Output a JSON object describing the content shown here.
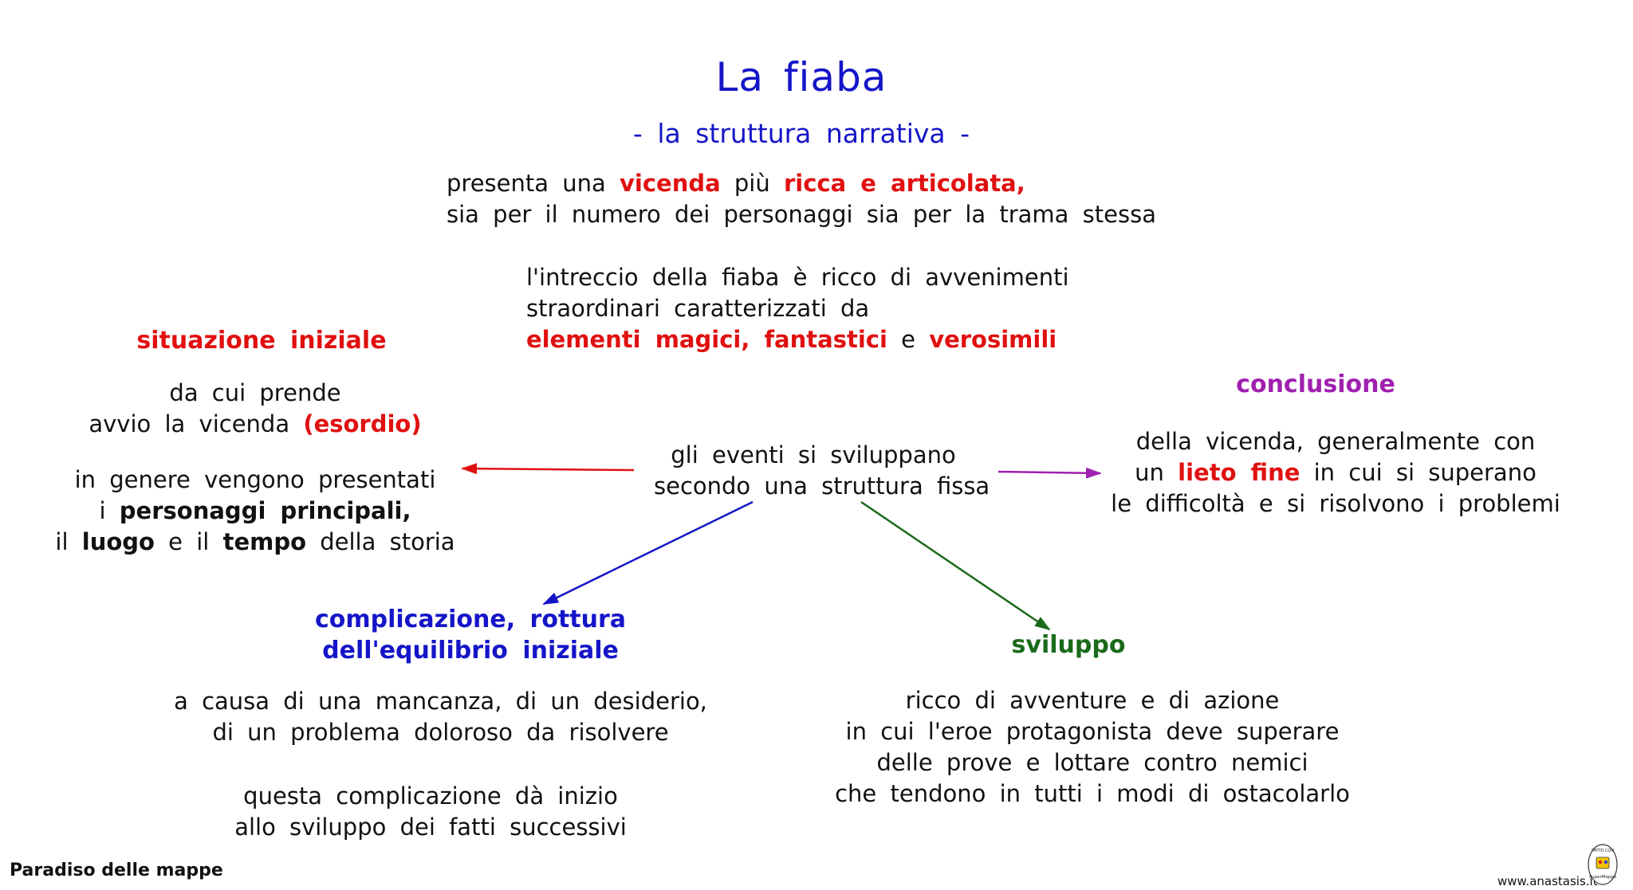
{
  "title": "La  fiaba",
  "subtitle": "- la  struttura  narrativa -",
  "intro": {
    "l1a": "presenta  una ",
    "l1b": "vicenda",
    "l1c": " più ",
    "l1d": "ricca  e  articolata,",
    "l2": "sia  per  il  numero  dei  personaggi  sia  per  la  trama  stessa",
    "l3": "l'intreccio  della  fiaba  è  ricco  di  avvenimenti",
    "l4": "straordinari  caratterizzati  da",
    "l5a": "elementi  magici,  fantastici",
    "l5b": " e ",
    "l5c": "verosimili"
  },
  "center": {
    "l1": "gli  eventi  si  sviluppano",
    "l2": "secondo  una  struttura  fissa"
  },
  "situazione": {
    "heading": "situazione   iniziale",
    "l1": "da  cui  prende",
    "l2a": "avvio  la  vicenda  ",
    "l2b": "(esordio)",
    "l3": "in  genere  vengono  presentati",
    "l4a": "i  ",
    "l4b": "personaggi   principali,",
    "l5a": "il  ",
    "l5b": "luogo",
    "l5c": "  e  il  ",
    "l5d": "tempo",
    "l5e": "  della  storia"
  },
  "conclusione": {
    "heading": "conclusione",
    "l1": "della  vicenda,  generalmente  con",
    "l2a": "un  ",
    "l2b": "lieto  fine",
    "l2c": "  in  cui  si  superano",
    "l3": "le  difficoltà  e  si  risolvono  i  problemi"
  },
  "complicazione": {
    "heading1": "complicazione,   rottura",
    "heading2": "dell'equilibrio   iniziale",
    "l1": "a  causa  di  una  mancanza,  di  un  desiderio,",
    "l2": "di  un  problema   doloroso  da  risolvere",
    "l3": "questa   complicazione   dà  inizio",
    "l4": "allo   sviluppo   dei  fatti   successivi"
  },
  "sviluppo": {
    "heading": "sviluppo",
    "l1": "ricco  di  avventure  e  di  azione",
    "l2": "in  cui  l'eroe   protagonista   deve  superare",
    "l3": "delle  prove  e  lottare  contro   nemici",
    "l4": "che  tendono   in  tutti  i  modi  di   ostacolarlo"
  },
  "footer": {
    "left": "Paradiso delle mappe",
    "right": "www.anastasis.it",
    "badge_top": "FATTO CON",
    "badge_bottom": "SuperMappe"
  },
  "colors": {
    "title_blue": "#1515c8",
    "red": "#e01010",
    "purple": "#a020b0",
    "green": "#1a6a1a",
    "blue": "#1515c8"
  },
  "icons": [
    "arrow-left",
    "arrow-right",
    "arrow-down-left",
    "arrow-down-right",
    "supermappe-badge-icon"
  ]
}
